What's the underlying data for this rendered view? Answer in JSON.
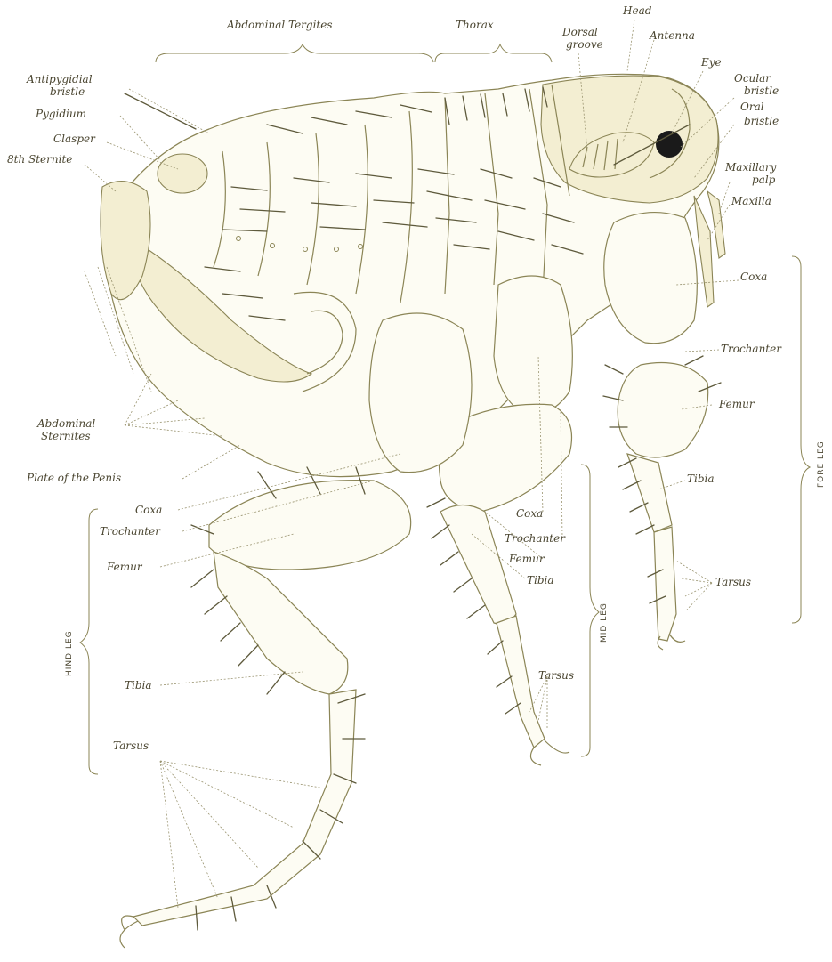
{
  "figure": {
    "colors": {
      "ink": "#8b8556",
      "label": "#4a4530",
      "body_fill": "#fdfcf3",
      "sclerite_fill": "#f3eed2",
      "eye": "#1a1a1a"
    },
    "labels": {
      "abdominal_tergites": "Abdominal Tergites",
      "thorax": "Thorax",
      "head": "Head",
      "dorsal_groove_1": "Dorsal",
      "dorsal_groove_2": "groove",
      "antenna": "Antenna",
      "eye": "Eye",
      "ocular_bristle_1": "Ocular",
      "ocular_bristle_2": "bristle",
      "oral_bristle_1": "Oral",
      "oral_bristle_2": "bristle",
      "maxillary_palp_1": "Maxillary",
      "maxillary_palp_2": "palp",
      "maxilla": "Maxilla",
      "antipygidial_bristle_1": "Antipygidial",
      "antipygidial_bristle_2": "bristle",
      "pygidium": "Pygidium",
      "clasper": "Clasper",
      "eighth_sternite": "8th Sternite",
      "abdominal_sternites_1": "Abdominal",
      "abdominal_sternites_2": "Sternites",
      "plate_of_penis": "Plate of the Penis",
      "fore_coxa": "Coxa",
      "fore_trochanter": "Trochanter",
      "fore_femur": "Femur",
      "fore_tibia": "Tibia",
      "fore_tarsus": "Tarsus",
      "fore_leg": "FORE LEG",
      "mid_coxa": "Coxa",
      "mid_trochanter": "Trochanter",
      "mid_femur": "Femur",
      "mid_tibia": "Tibia",
      "mid_tarsus": "Tarsus",
      "mid_leg": "MID LEG",
      "hind_coxa": "Coxa",
      "hind_trochanter": "Trochanter",
      "hind_femur": "Femur",
      "hind_tibia": "Tibia",
      "hind_tarsus": "Tarsus",
      "hind_leg": "HIND LEG"
    }
  }
}
